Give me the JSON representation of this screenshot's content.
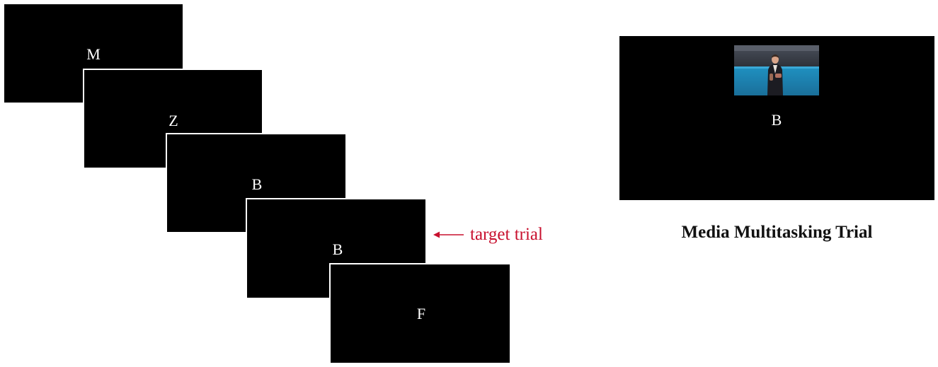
{
  "sequence": {
    "frames": [
      {
        "letter": "M"
      },
      {
        "letter": "Z"
      },
      {
        "letter": "B"
      },
      {
        "letter": "B"
      },
      {
        "letter": "F"
      }
    ],
    "target_label": "target trial"
  },
  "media_multitasking": {
    "letter": "B",
    "video_thumbnail": "person-speaking-on-stage",
    "title": "Media Multitasking Trial"
  },
  "colors": {
    "frame": "#000000",
    "letter": "#ffffff",
    "target_annotation": "#c8102e"
  }
}
